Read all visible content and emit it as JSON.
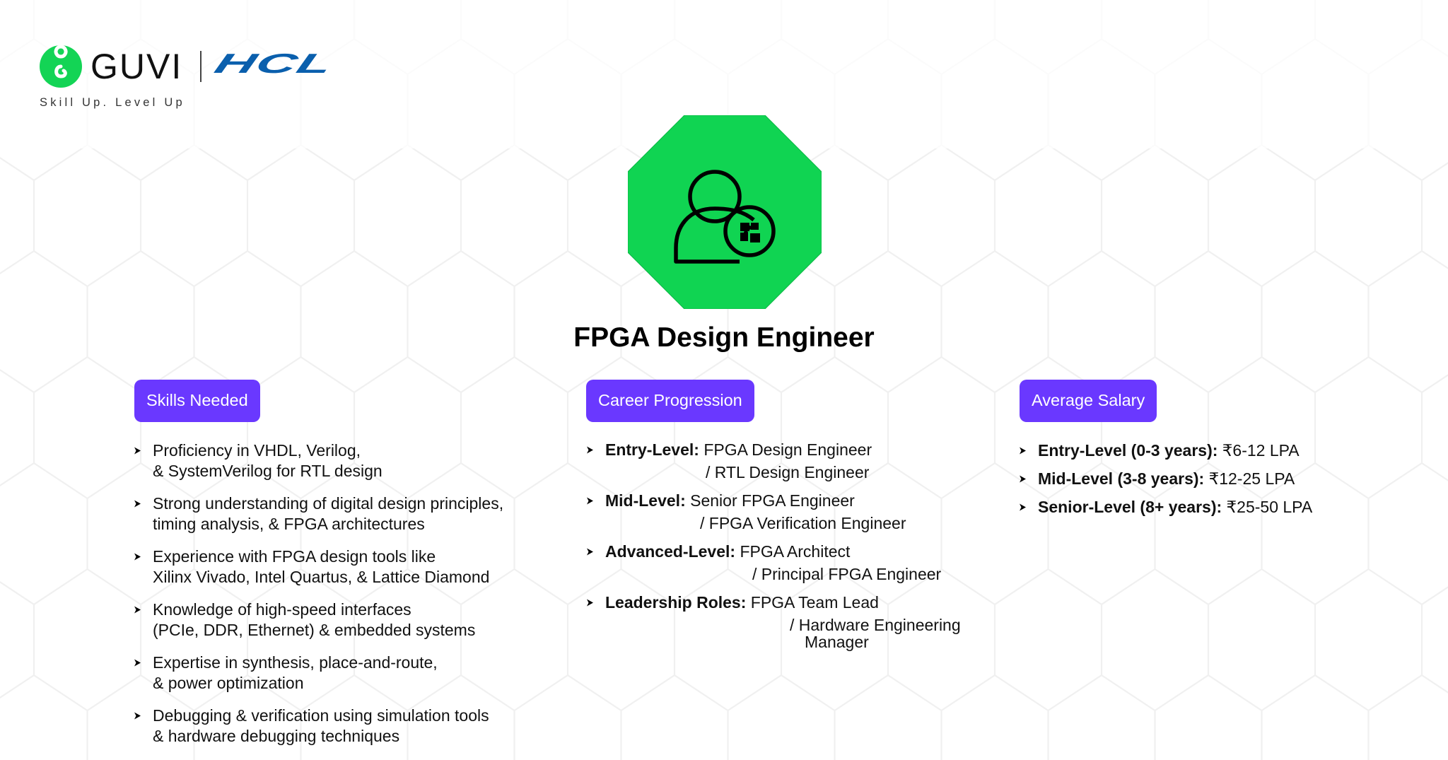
{
  "brand": {
    "guvi_name": "GUVI",
    "hcl_name": "HCL",
    "tagline": "Skill Up. Level Up",
    "colors": {
      "guvi_green": "#13d455",
      "hcl_blue": "#0a5fad",
      "accent_purple": "#6a38ff",
      "icon_green": "#10d452"
    }
  },
  "hero": {
    "icon": "user-puzzle-icon",
    "title": "FPGA Design Engineer"
  },
  "sections": {
    "skills": {
      "label": "Skills Needed",
      "items": [
        {
          "line1": "Proficiency in VHDL, Verilog,",
          "line2": "& SystemVerilog for RTL design"
        },
        {
          "line1": "Strong understanding of digital design principles,",
          "line2": "timing analysis, & FPGA architectures"
        },
        {
          "line1": "Experience with FPGA design tools like",
          "line2": "Xilinx Vivado, Intel Quartus, & Lattice Diamond"
        },
        {
          "line1": "Knowledge of high-speed interfaces",
          "line2": "(PCIe, DDR, Ethernet) & embedded systems"
        },
        {
          "line1": "Expertise in synthesis, place-and-route,",
          "line2": "& power optimization"
        },
        {
          "line1": "Debugging & verification using simulation tools",
          "line2": "& hardware debugging techniques"
        }
      ]
    },
    "career": {
      "label": "Career Progression",
      "items": [
        {
          "level": "Entry-Level:",
          "role": "FPGA Design Engineer",
          "alt": "/ RTL Design Engineer",
          "alt2": ""
        },
        {
          "level": "Mid-Level:",
          "role": "Senior FPGA Engineer",
          "alt": "/ FPGA Verification Engineer",
          "alt2": ""
        },
        {
          "level": "Advanced-Level:",
          "role": "FPGA Architect",
          "alt": "/ Principal FPGA Engineer",
          "alt2": ""
        },
        {
          "level": "Leadership Roles:",
          "role": "FPGA Team Lead",
          "alt": "/ Hardware Engineering",
          "alt2": "Manager"
        }
      ]
    },
    "salary": {
      "label": "Average Salary",
      "items": [
        {
          "level": "Entry-Level (0-3 years):",
          "value": "₹6-12 LPA"
        },
        {
          "level": "Mid-Level (3-8 years):",
          "value": "₹12-25 LPA"
        },
        {
          "level": "Senior-Level (8+ years):",
          "value": "₹25-50 LPA"
        }
      ]
    }
  }
}
